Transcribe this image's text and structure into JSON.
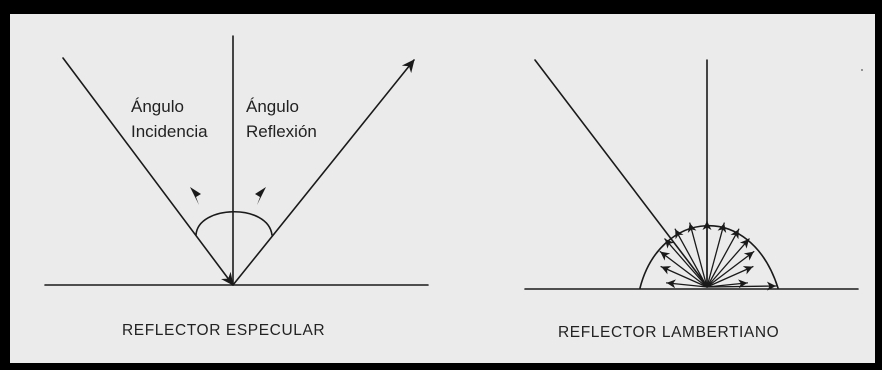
{
  "specular": {
    "incidence_label_line1": "Ángulo",
    "incidence_label_line2": "Incidencia",
    "reflection_label_line1": "Ángulo",
    "reflection_label_line2": "Reflexión",
    "caption": "REFLECTOR ESPECULAR"
  },
  "lambertian": {
    "caption": "REFLECTOR LAMBERTIANO"
  },
  "colors": {
    "frame": "#000000",
    "paper": "#ebebeb",
    "ink": "#1a1a1a"
  }
}
